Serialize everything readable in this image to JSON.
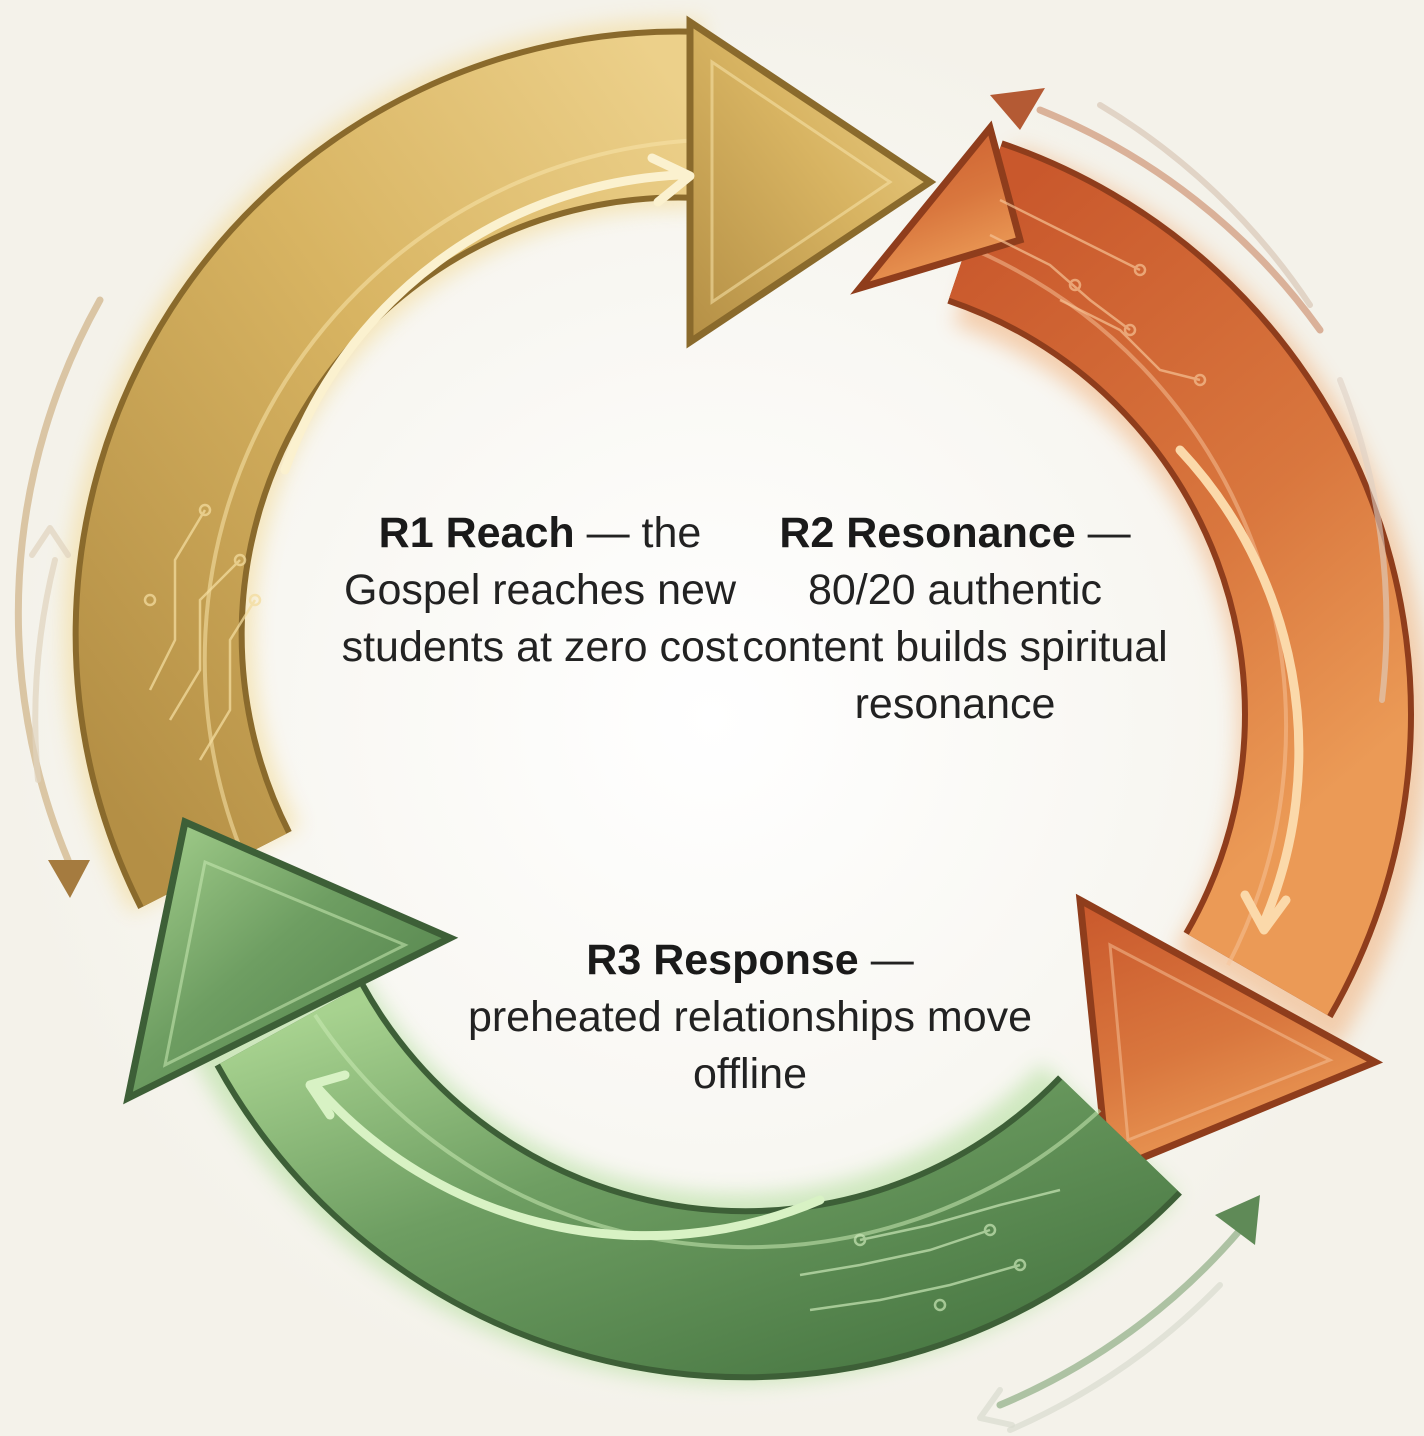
{
  "diagram": {
    "type": "cycle",
    "stages": [
      {
        "id": "r1",
        "key": "R1 Reach",
        "separator": "—",
        "description": "the Gospel reaches new students at zero cost",
        "color": "#d9b35f"
      },
      {
        "id": "r2",
        "key": "R2 Resonance",
        "separator": "—",
        "description": "80/20 authentic content builds spiritual resonance",
        "color": "#d56e38"
      },
      {
        "id": "r3",
        "key": "R3 Response",
        "separator": "—",
        "description": "preheated relationships move offline",
        "color": "#6e9e62"
      }
    ],
    "background": "#f8f7f2",
    "flow_direction": "clockwise"
  }
}
